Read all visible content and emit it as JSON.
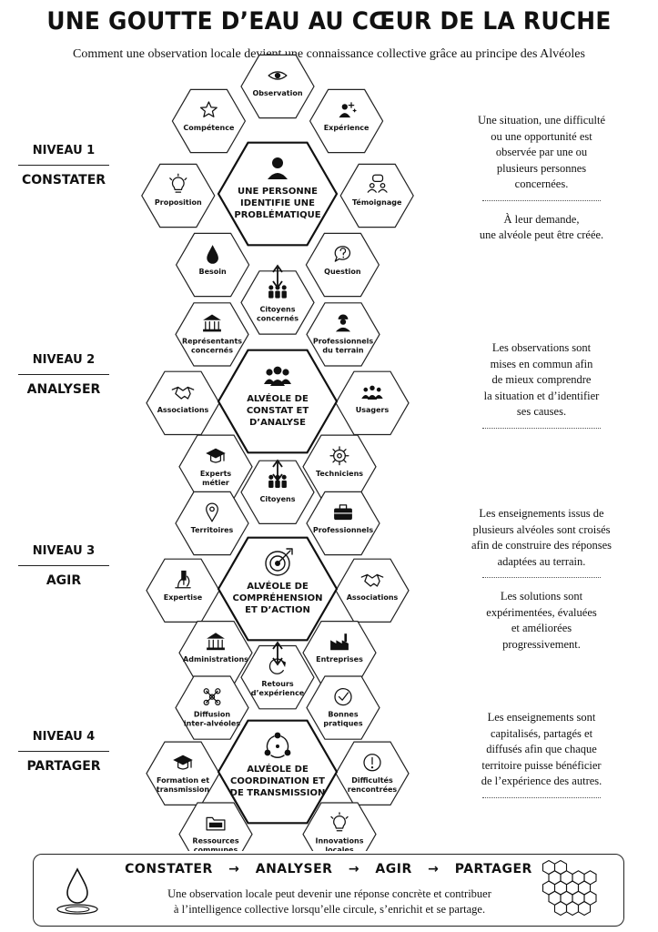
{
  "title": "UNE GOUTTE D’EAU AU CŒUR DE LA RUCHE",
  "subtitle": "Comment une observation locale devient une connaissance collective grâce au principe des Alvéoles",
  "levels": [
    {
      "num": "NIVEAU 1",
      "name": "CONSTATER",
      "center": [
        "UNE PERSONNE",
        "IDENTIFIE UNE",
        "PROBLÉMATIQUE"
      ],
      "items": [
        {
          "label": [
            "Observation"
          ],
          "icon": "eye-icon"
        },
        {
          "label": [
            "Compétence"
          ],
          "icon": "star-icon"
        },
        {
          "label": [
            "Expérience"
          ],
          "icon": "person-sparkle-icon"
        },
        {
          "label": [
            "Proposition"
          ],
          "icon": "lightbulb-icon"
        },
        {
          "label": [
            "Témoignage"
          ],
          "icon": "speech-people-icon"
        },
        {
          "label": [
            "Besoin"
          ],
          "icon": "drop-icon"
        },
        {
          "label": [
            "Question"
          ],
          "icon": "question-bubble-icon"
        }
      ],
      "desc1": [
        "Une situation, une difficulté",
        "ou une opportunité est",
        "observée par une ou",
        "plusieurs personnes",
        "concernées."
      ],
      "desc2": [
        "À leur demande,",
        "une alvéole peut être créée."
      ]
    },
    {
      "num": "NIVEAU 2",
      "name": "ANALYSER",
      "center": [
        "ALVÉOLE DE",
        "CONSTAT ET",
        "D’ANALYSE"
      ],
      "items": [
        {
          "label": [
            "Citoyens",
            "concernés"
          ],
          "icon": "citizens-icon"
        },
        {
          "label": [
            "Représentants",
            "concernés"
          ],
          "icon": "building-icon"
        },
        {
          "label": [
            "Professionnels",
            "du terrain"
          ],
          "icon": "worker-icon"
        },
        {
          "label": [
            "Associations"
          ],
          "icon": "handshake-icon"
        },
        {
          "label": [
            "Usagers"
          ],
          "icon": "group-icon"
        },
        {
          "label": [
            "Experts",
            "métier"
          ],
          "icon": "graduation-cap-icon"
        },
        {
          "label": [
            "Techniciens"
          ],
          "icon": "gear-icon"
        }
      ],
      "desc1": [
        "Les observations sont",
        "mises en commun afin",
        "de mieux comprendre",
        "la situation et d’identifier",
        "ses causes."
      ],
      "desc2": []
    },
    {
      "num": "NIVEAU 3",
      "name": "AGIR",
      "center": [
        "ALVÉOLE DE",
        "COMPRÉHENSION",
        "ET D’ACTION"
      ],
      "items": [
        {
          "label": [
            "Citoyens"
          ],
          "icon": "citizens-icon"
        },
        {
          "label": [
            "Territoires"
          ],
          "icon": "map-pin-icon"
        },
        {
          "label": [
            "Professionnels"
          ],
          "icon": "briefcase-icon"
        },
        {
          "label": [
            "Expertise"
          ],
          "icon": "microscope-icon"
        },
        {
          "label": [
            "Associations"
          ],
          "icon": "handshake-icon"
        },
        {
          "label": [
            "Administrations"
          ],
          "icon": "building-icon"
        },
        {
          "label": [
            "Entreprises"
          ],
          "icon": "factory-icon"
        }
      ],
      "desc1": [
        "Les enseignements issus de",
        "plusieurs alvéoles sont croisés",
        "afin de construire des réponses",
        "adaptées au terrain."
      ],
      "desc2": [
        "Les solutions sont",
        "expérimentées, évaluées",
        "et améliorées",
        "progressivement."
      ]
    },
    {
      "num": "NIVEAU 4",
      "name": "PARTAGER",
      "center": [
        "ALVÉOLE DE",
        "COORDINATION ET",
        "DE TRANSMISSION"
      ],
      "items": [
        {
          "label": [
            "Retours",
            "d’expérience"
          ],
          "icon": "refresh-icon"
        },
        {
          "label": [
            "Diffusion",
            "inter-alvéoles"
          ],
          "icon": "network-icon"
        },
        {
          "label": [
            "Bonnes",
            "pratiques"
          ],
          "icon": "checkmark-icon"
        },
        {
          "label": [
            "Formation et",
            "transmission"
          ],
          "icon": "graduation-cap-icon"
        },
        {
          "label": [
            "Difficultés",
            "rencontrées"
          ],
          "icon": "alert-icon"
        },
        {
          "label": [
            "Ressources",
            "communes"
          ],
          "icon": "folder-icon"
        },
        {
          "label": [
            "Innovations",
            "locales"
          ],
          "icon": "lightbulb-icon"
        }
      ],
      "desc1": [
        "Les enseignements sont",
        "capitalisés, partagés et",
        "diffusés afin que chaque",
        "territoire puisse bénéficier",
        "de l’expérience des autres."
      ],
      "desc2": []
    }
  ],
  "footer": {
    "steps": [
      "CONSTATER",
      "ANALYSER",
      "AGIR",
      "PARTAGER"
    ],
    "arrow": "→",
    "text": [
      "Une observation locale peut devenir une réponse concrète et contribuer",
      "à l’intelligence collective lorsqu’elle circule, s’enrichit et se partage."
    ]
  }
}
